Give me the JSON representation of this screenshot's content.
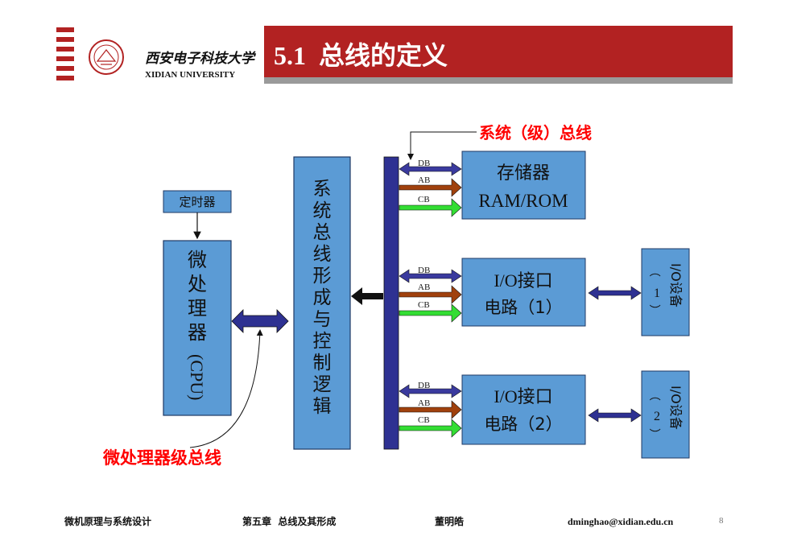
{
  "header": {
    "university_cn": "西安电子科技大学",
    "university_en": "XIDIAN UNIVERSITY",
    "title": "5.1  总线的定义"
  },
  "colors": {
    "title_bar": "#b22222",
    "box_fill": "#5b9bd5",
    "bus_bar": "#2e3192",
    "db_arrow": "#3a3a9e",
    "ab_arrow": "#a0410d",
    "cb_arrow": "#33dd33",
    "red_label": "#ff0000"
  },
  "diagram": {
    "system_bus_label": "系统（级）总线",
    "cpu_bus_label": "微处理器级总线",
    "timer": "定时器",
    "cpu": [
      "微",
      "处",
      "理",
      "器",
      "(CPU)"
    ],
    "controller": [
      "系",
      "统",
      "总",
      "线",
      "形",
      "成",
      "与",
      "控",
      "制",
      "逻",
      "辑"
    ],
    "bus_signals": {
      "db": "DB",
      "ab": "AB",
      "cb": "CB"
    },
    "memory": {
      "line1": "存储器",
      "line2": "RAM/ROM"
    },
    "io1": {
      "line1": "I/O接口",
      "line2": "电路（1）"
    },
    "io2": {
      "line1": "I/O接口",
      "line2": "电路（2）"
    },
    "dev1": {
      "name": "I/O设备",
      "index": "1"
    },
    "dev2": {
      "name": "I/O设备",
      "index": "2"
    },
    "paren_open": "（",
    "paren_close": "）"
  },
  "footer": {
    "course": "微机原理与系统设计",
    "chapter": "第五章  总线及其形成",
    "author": "董明皓",
    "email": "dminghao@xidian.edu.cn",
    "page": "8"
  }
}
